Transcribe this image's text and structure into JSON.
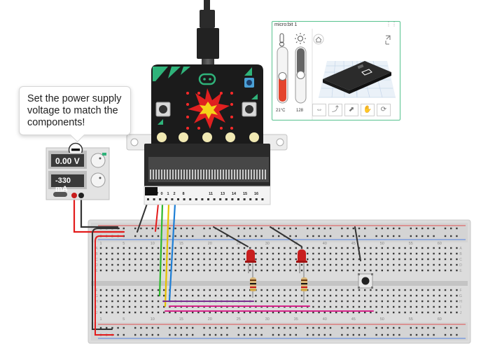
{
  "tooltip": {
    "text": "Set the power supply voltage to match the components!"
  },
  "power_supply": {
    "voltage": "0.00 V",
    "current": "-330 mA"
  },
  "simulator_panel": {
    "title": "micro:bit 1",
    "temperature": "21°C",
    "light": "128"
  },
  "microbit": {
    "pin_labels": [
      "3V",
      "0",
      "1",
      "2",
      "8",
      "11",
      "13",
      "14",
      "15",
      "16"
    ]
  },
  "breadboard": {
    "column_numbers": [
      "1",
      "5",
      "10",
      "15",
      "20",
      "25",
      "30",
      "35",
      "40",
      "45",
      "50",
      "55",
      "60"
    ],
    "row_letters_top": [
      "A",
      "B",
      "C",
      "D",
      "E"
    ],
    "row_letters_bottom": [
      "F",
      "G",
      "H",
      "I",
      "J"
    ]
  },
  "colors": {
    "microbit_body": "#1b1b1b",
    "microbit_green": "#2fb37a",
    "led_red": "#e02020",
    "panel_border": "#56c28e",
    "wire_red": "#e31b1b",
    "wire_green": "#2eb82e",
    "wire_yellow": "#e6c200",
    "wire_blue": "#1e7fd6",
    "wire_purple": "#7a2e8e",
    "wire_magenta": "#d6248a"
  }
}
